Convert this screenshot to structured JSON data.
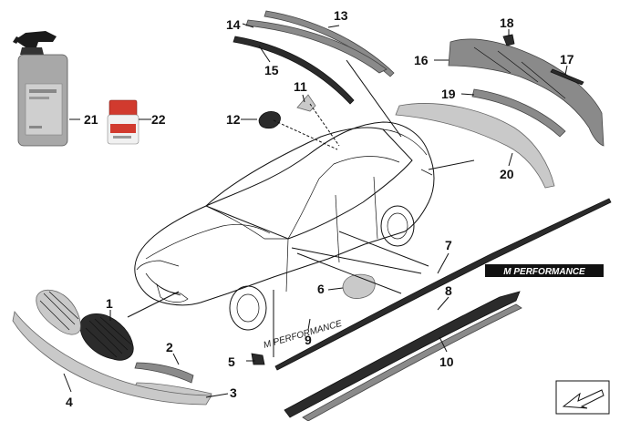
{
  "callouts": {
    "c1": "1",
    "c2": "2",
    "c3": "3",
    "c4": "4",
    "c5": "5",
    "c6": "6",
    "c7": "7",
    "c8": "8",
    "c9": "9",
    "c10": "10",
    "c11": "11",
    "c12": "12",
    "c13": "13",
    "c14": "14",
    "c15": "15",
    "c16": "16",
    "c17": "17",
    "c18": "18",
    "c19": "19",
    "c20": "20",
    "c21": "21",
    "c22": "22"
  },
  "decals": {
    "door_decal": "M PERFORMANCE",
    "side_sill_decal": "M PERFORMANCE"
  },
  "colors": {
    "line": "#111111",
    "part_grey": "#8a8a8a",
    "part_dark": "#2b2b2b",
    "part_light": "#c9c9c9"
  }
}
